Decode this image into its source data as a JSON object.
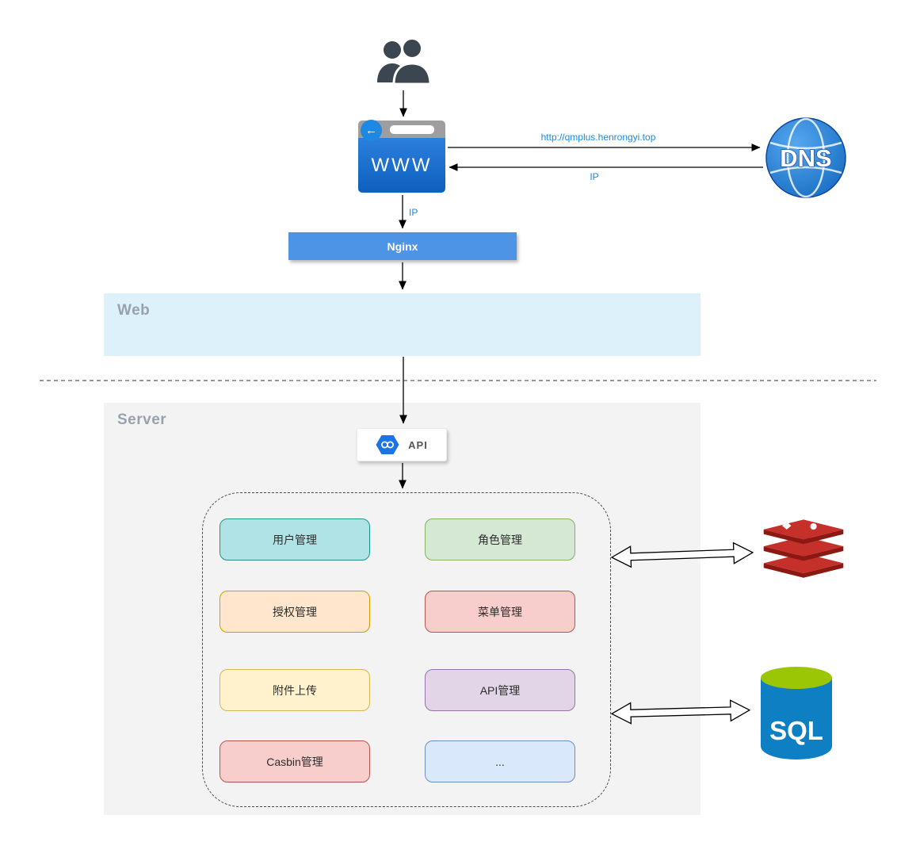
{
  "zones": {
    "web": {
      "label": "Web",
      "bg": "#ddf1fb"
    },
    "server": {
      "label": "Server",
      "bg": "#f3f3f3"
    }
  },
  "nodes": {
    "users": {
      "icon": "users-icon"
    },
    "browser": {
      "label": "WWW",
      "icon": "browser-window-icon"
    },
    "dns": {
      "label": "DNS",
      "icon": "globe-icon"
    },
    "nginx": {
      "label": "Nginx",
      "bg": "#4d93e6"
    },
    "api": {
      "label": "API",
      "icon": "api-hexagon-icon",
      "accent": "#1a73e8"
    },
    "redis": {
      "icon": "redis-stack-icon",
      "accent": "#c6302b"
    },
    "sql": {
      "label": "SQL",
      "icon": "database-cylinder-icon",
      "body": "#0f7fc4",
      "top": "#9bc606"
    }
  },
  "edges": {
    "request": {
      "label": "http://qmplus.henrongyi.top",
      "color": "#1e88e5"
    },
    "response": {
      "label": "IP",
      "color": "#1e88e5"
    },
    "to_nginx": {
      "label": "IP",
      "color": "#1e88e5"
    }
  },
  "modules": [
    {
      "label": "用户管理",
      "fill": "#b0e3e6",
      "border": "#1f948c"
    },
    {
      "label": "角色管理",
      "fill": "#d5e8d4",
      "border": "#82b366"
    },
    {
      "label": "授权管理",
      "fill": "#ffe6cc",
      "border": "#d79b00"
    },
    {
      "label": "菜单管理",
      "fill": "#f8cecc",
      "border": "#b85450"
    },
    {
      "label": "附件上传",
      "fill": "#fff2cc",
      "border": "#d6b656"
    },
    {
      "label": "API管理",
      "fill": "#e1d5e7",
      "border": "#9673a6"
    },
    {
      "label": "Casbin管理",
      "fill": "#f8cecc",
      "border": "#b85450"
    },
    {
      "label": "...",
      "fill": "#dae8fc",
      "border": "#6c8ebf"
    }
  ]
}
